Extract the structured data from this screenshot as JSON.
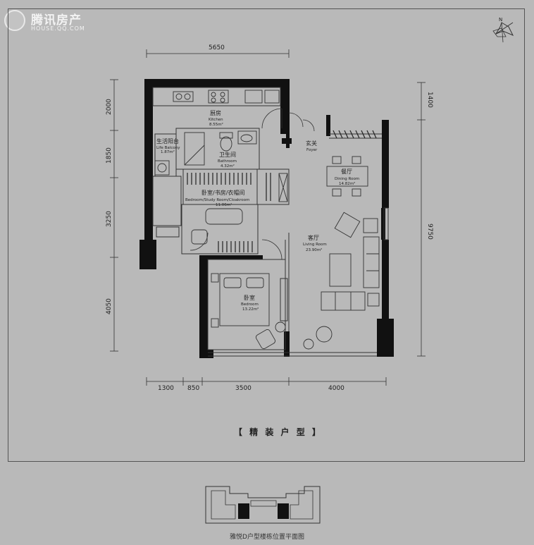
{
  "watermark": {
    "cn": "腾讯房产",
    "en": "HOUSE.QQ.COM"
  },
  "compass": {
    "label": "N"
  },
  "dimensions": {
    "top": "5650",
    "left": [
      "2000",
      "1850",
      "3250",
      "4050"
    ],
    "right": [
      "1400",
      "9750"
    ],
    "bottom": [
      "1300",
      "850",
      "3500",
      "4000"
    ]
  },
  "rooms": {
    "kitchen": {
      "cn": "厨房",
      "en": "Kitchen",
      "area": "8.55m²"
    },
    "life_balcony": {
      "cn": "生活阳台",
      "en": "Life Balcony",
      "area": "1.87m²"
    },
    "bathroom": {
      "cn": "卫生间",
      "en": "Bathroom",
      "area": "4.32m²"
    },
    "foyer": {
      "cn": "玄关",
      "en": "Foyer"
    },
    "dining": {
      "cn": "餐厅",
      "en": "Dining Room",
      "area": "14.82m²"
    },
    "study": {
      "cn": "卧室/书房/衣帽间",
      "en": "Bedroom/Study Room/Cloakroom",
      "area": "11.06m²"
    },
    "living": {
      "cn": "客厅",
      "en": "Living Room",
      "area": "23.90m²"
    },
    "bedroom": {
      "cn": "卧室",
      "en": "Bedroom",
      "area": "13.22m²"
    }
  },
  "caption": "【 精 装 户 型 】",
  "keyplan_title": "雅悦D户型楼栋位置平面图"
}
